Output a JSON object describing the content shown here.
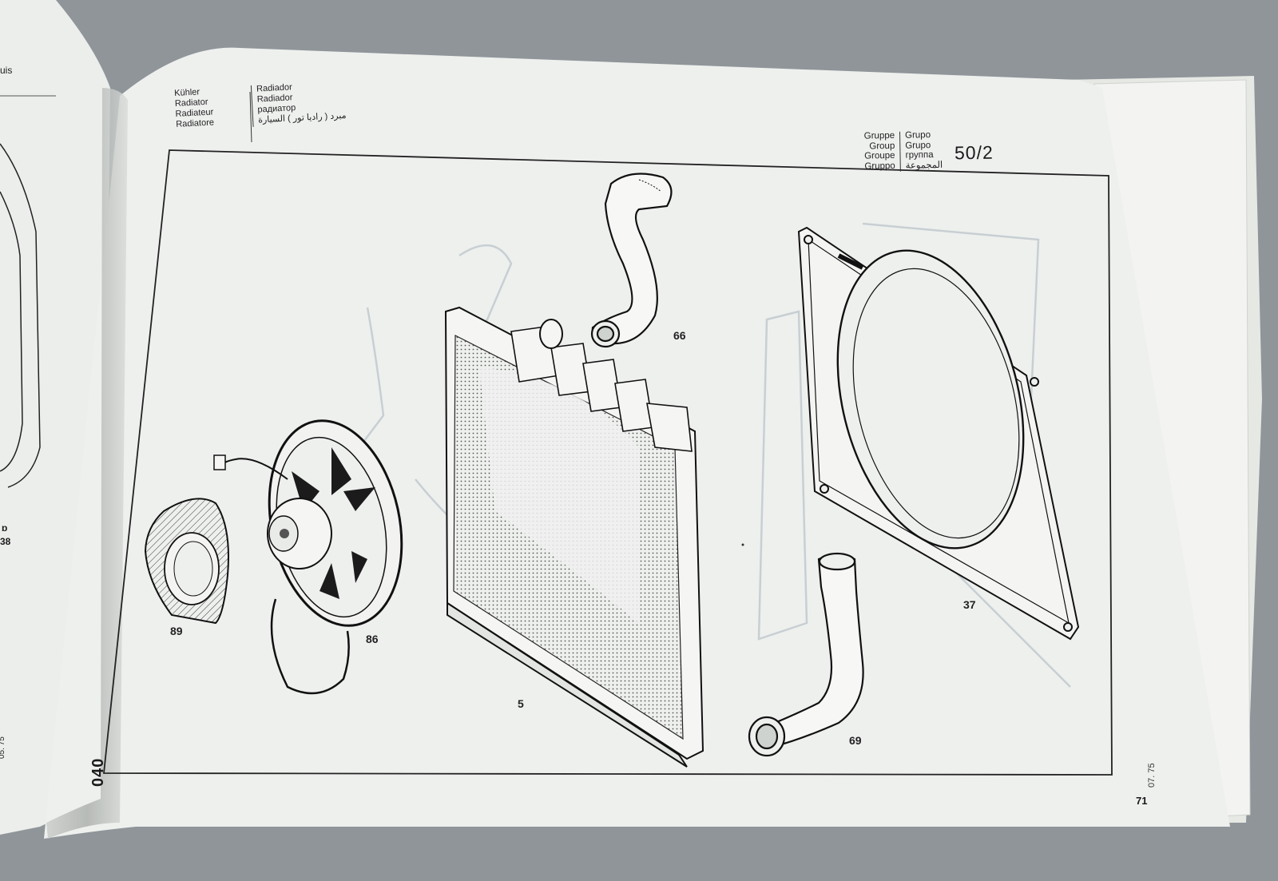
{
  "header": {
    "left_labels": [
      {
        "de": "Kühler",
        "es": "Radiador"
      },
      {
        "de": "Radiator",
        "es": "Radiador"
      },
      {
        "de": "Radiateur",
        "es": "радиатор"
      },
      {
        "de": "Radiatore",
        "es": "مبرد ( راديا تور ) السيارة"
      }
    ],
    "group_labels": [
      {
        "de": "Gruppe",
        "es": "Grupo"
      },
      {
        "de": "Group",
        "es": "Grupo"
      },
      {
        "de": "Groupe",
        "es": "группа"
      },
      {
        "de": "Gruppo",
        "es": "المجموعة"
      }
    ],
    "group_number": "50/2"
  },
  "page": {
    "code": "040",
    "date": "07. 75",
    "number": "71"
  },
  "left_page": {
    "corner_text": "uis",
    "callout_partial": "38",
    "callout_partial_b": "ɒ",
    "date": "05. 75"
  },
  "callouts": {
    "hose_upper": "66",
    "fan_shroud": "37",
    "fan_guard": "89",
    "electric_fan": "86",
    "radiator": "5",
    "hose_lower": "69"
  },
  "colors": {
    "paper": "#eef0ee",
    "ink": "#1a1a1a",
    "ghost": "#c3cbcf"
  }
}
